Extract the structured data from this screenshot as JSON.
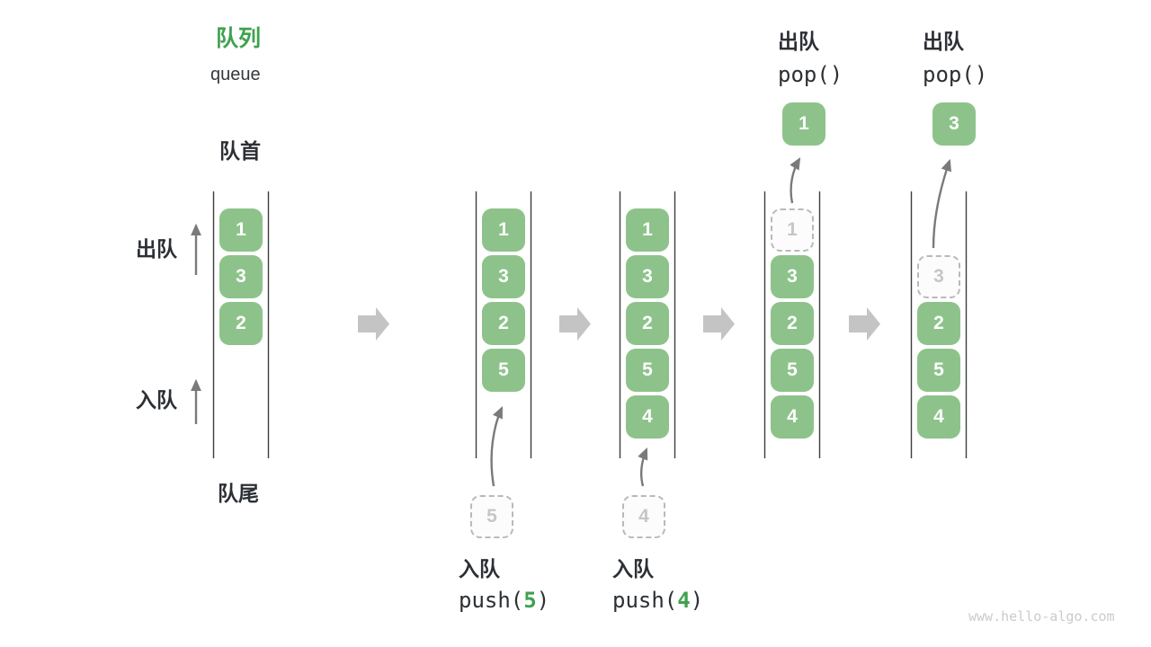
{
  "title": {
    "zh": "队列",
    "en": "queue"
  },
  "labels": {
    "front": "队首",
    "rear": "队尾",
    "dequeue": "出队",
    "enqueue": "入队"
  },
  "watermark": "www.hello-algo.com",
  "colors": {
    "box_green": "#8dc38a",
    "accent_green": "#3fa14f",
    "text_dark": "#2c3034",
    "thin_arrow_gray": "#7a7a7a",
    "block_arrow_gray": "#c4c4c4",
    "ghost_gray": "#b9b9b9",
    "watermark_gray": "#c9cbcd"
  },
  "columns": [
    {
      "id": "state-initial",
      "boxes": [
        "1",
        "3",
        "2"
      ]
    },
    {
      "id": "state-push-5",
      "boxes": [
        "1",
        "3",
        "2",
        "5"
      ],
      "incoming": "5",
      "caption": {
        "zh": "入队",
        "code_before": "push(",
        "code_arg": "5",
        "code_after": ")"
      }
    },
    {
      "id": "state-push-4",
      "boxes": [
        "1",
        "3",
        "2",
        "5",
        "4"
      ],
      "incoming": "4",
      "caption": {
        "zh": "入队",
        "code_before": "push(",
        "code_arg": "4",
        "code_after": ")"
      }
    },
    {
      "id": "state-pop-1",
      "ghost": "1",
      "boxes": [
        "3",
        "2",
        "5",
        "4"
      ],
      "outgoing": "1",
      "header": {
        "zh": "出队",
        "code": "pop()"
      }
    },
    {
      "id": "state-pop-3",
      "ghost": "3",
      "boxes": [
        "2",
        "5",
        "4"
      ],
      "outgoing": "3",
      "header": {
        "zh": "出队",
        "code": "pop()"
      }
    }
  ]
}
